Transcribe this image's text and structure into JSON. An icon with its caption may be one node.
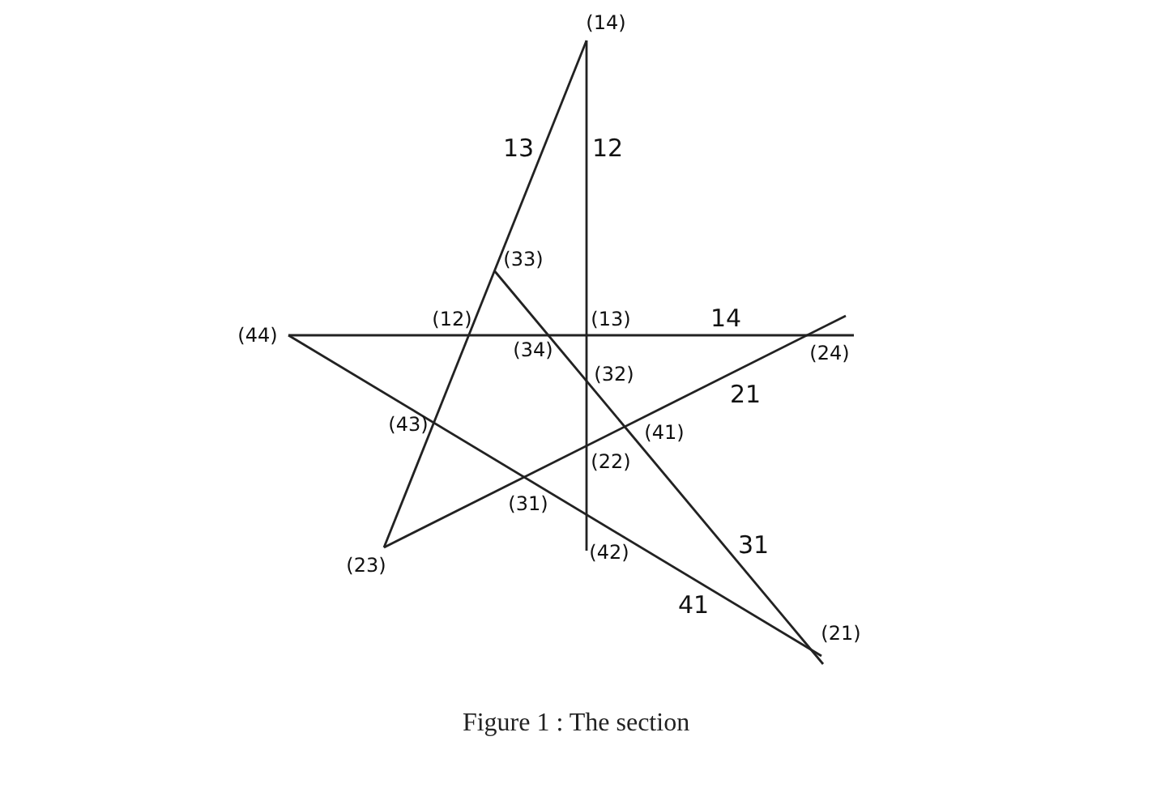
{
  "diagram": {
    "caption": "Figure 1 : The section",
    "labels": [
      "(14)",
      "13",
      "12",
      "(33)",
      "(12)",
      "(13)",
      "14",
      "(44)",
      "(34)",
      "(24)",
      "(32)",
      "21",
      "(43)",
      "(41)",
      "(22)",
      "(31)",
      "(42)",
      "31",
      "(23)",
      "41",
      "(21)"
    ]
  }
}
